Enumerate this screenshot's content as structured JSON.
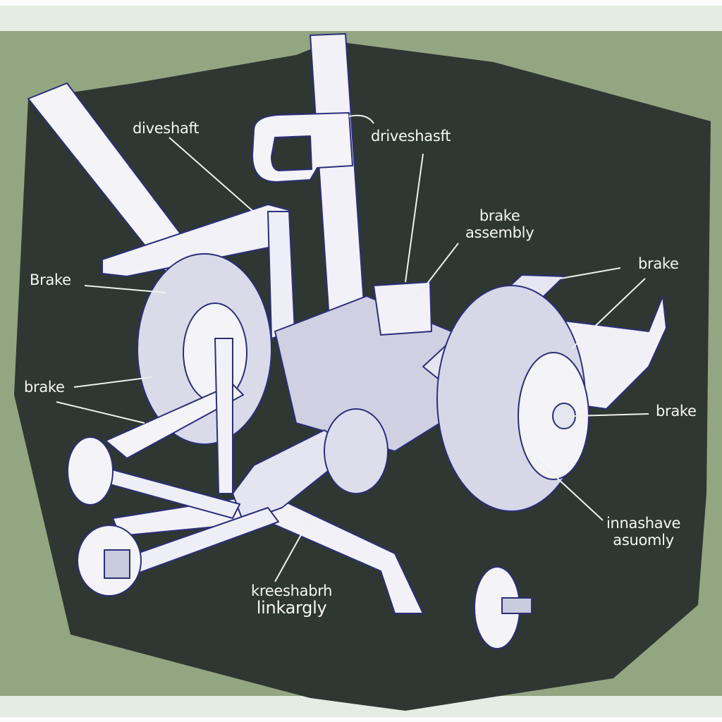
{
  "figure": {
    "subject": "Trailer axle and driveshaft assembly technical illustration",
    "colors": {
      "background_outer": "#fafbfa",
      "band": "#e5ede3",
      "field": "#93a682",
      "panel": "#2e3732",
      "line_art": "#2b2f7a",
      "part_fill": "#f3f3f8",
      "label_text": "#f4f6f4"
    }
  },
  "labels": [
    {
      "id": "diveshaft",
      "text": "diveshaft"
    },
    {
      "id": "driveshasft",
      "text": "driveshasft"
    },
    {
      "id": "brake-assembly",
      "lines": [
        "brake",
        "assembly"
      ]
    },
    {
      "id": "brake-left-upper",
      "text": "Brake"
    },
    {
      "id": "brake-left-lower",
      "text": "brake"
    },
    {
      "id": "brake-right-upper",
      "text": "brake"
    },
    {
      "id": "brake-right-lower",
      "text": "brake"
    },
    {
      "id": "innashave-asuomly",
      "lines": [
        "innashave",
        "asuomly"
      ]
    },
    {
      "id": "kreeshabrh-linkargly",
      "lines": [
        "kreeshabrh",
        "linkargly"
      ]
    }
  ]
}
